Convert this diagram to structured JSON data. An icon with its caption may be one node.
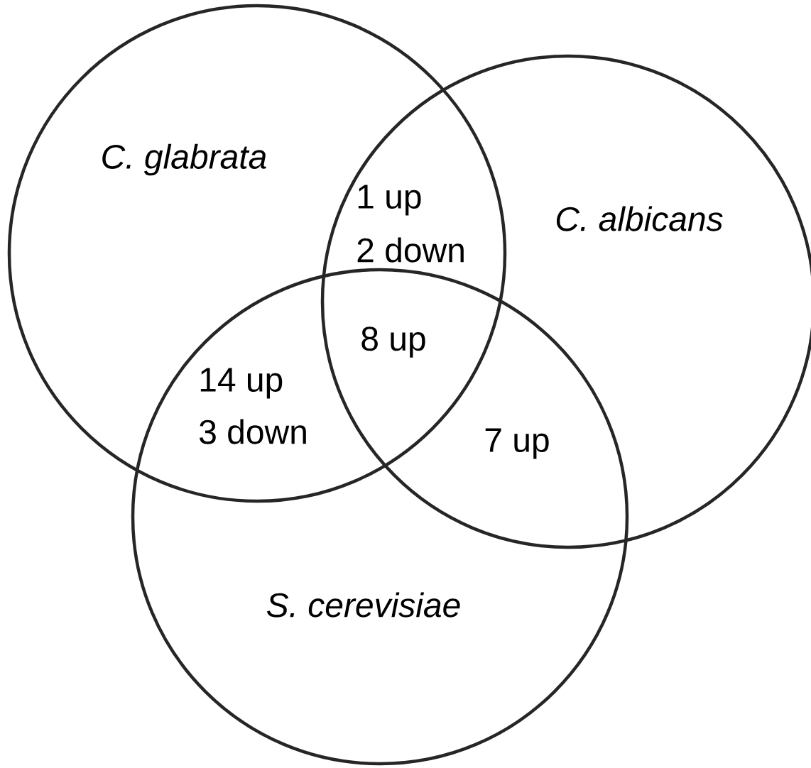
{
  "diagram": {
    "nodes": [
      {
        "text": [
          "C. glabrata"
        ]
      },
      {
        "text": [
          "C. albicans"
        ]
      },
      {
        "text": [
          "S. cerevisiae"
        ]
      }
    ],
    "labels": [
      "1 up",
      "2 down",
      "8 up",
      "14 up",
      "3 down",
      "7 up"
    ]
  }
}
